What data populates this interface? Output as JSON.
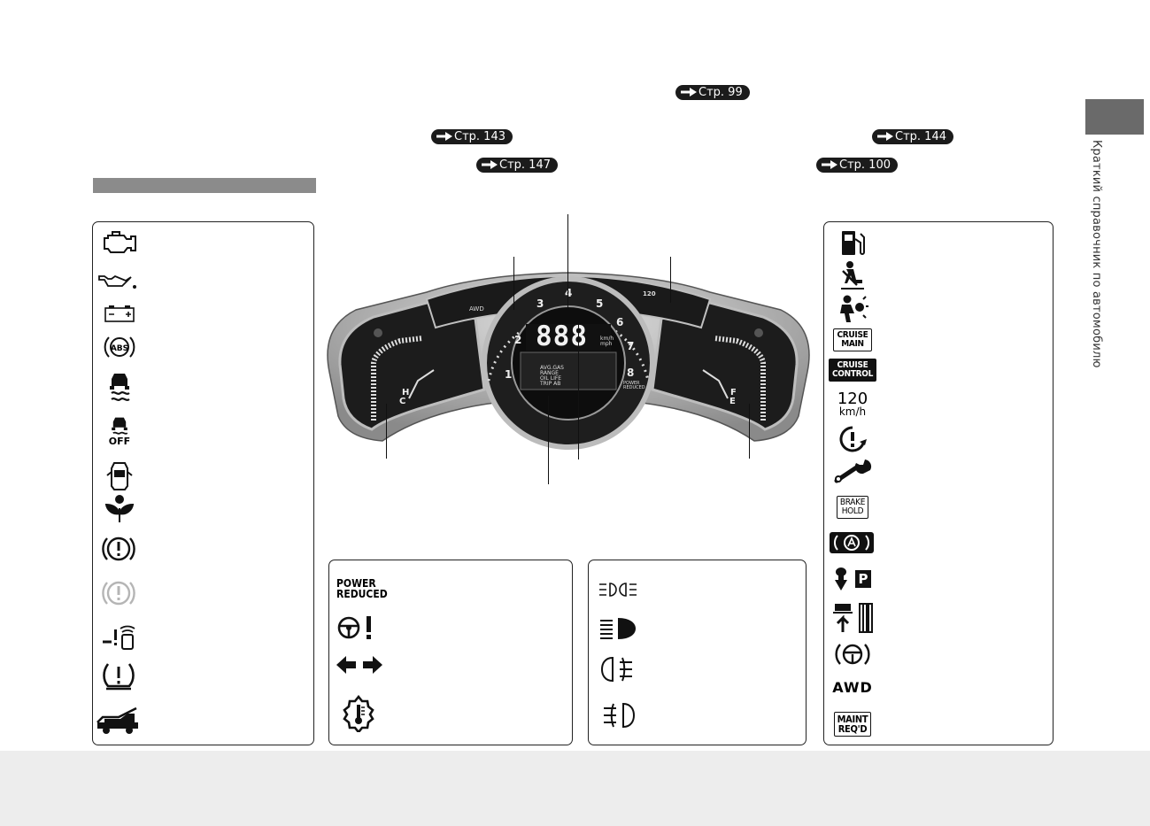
{
  "page_refs": {
    "ref_99": "Стр. 99",
    "ref_143": "Стр. 143",
    "ref_144": "Стр. 144",
    "ref_147": "Стр. 147",
    "ref_100": "Стр. 100"
  },
  "side_tab_label": "Краткий справочник по автомобилю",
  "cluster": {
    "speed_digits": "888",
    "speed_units": "km/h mph",
    "tach_numbers": [
      "1",
      "2",
      "3",
      "4",
      "5",
      "6",
      "7",
      "8"
    ],
    "gauge_temp_h": "H",
    "gauge_temp_c": "C",
    "gauge_fuel_f": "F",
    "gauge_fuel_e": "E",
    "awd_label": "AWD",
    "avg_label": "AVG.GAS",
    "range_label": "RANGE",
    "oil_label": "OIL LIFE",
    "trip_label": "TRIP AB",
    "power_label": "POWER REDUCED",
    "speed_120": "120"
  },
  "icons": {
    "off_text": "OFF",
    "power_reduced_line1": "POWER",
    "power_reduced_line2": "REDUCED",
    "cruise_main_line1": "CRUISE",
    "cruise_main_line2": "MAIN",
    "cruise_control_line1": "CRUISE",
    "cruise_control_line2": "CONTROL",
    "speed_value": "120",
    "speed_unit": "km/h",
    "brake_hold_line1": "BRAKE",
    "brake_hold_line2": "HOLD",
    "parking_p": "P",
    "awd": "AWD",
    "maint_line1": "MAINT",
    "maint_line2": "REQ'D",
    "abs": "ABS"
  }
}
